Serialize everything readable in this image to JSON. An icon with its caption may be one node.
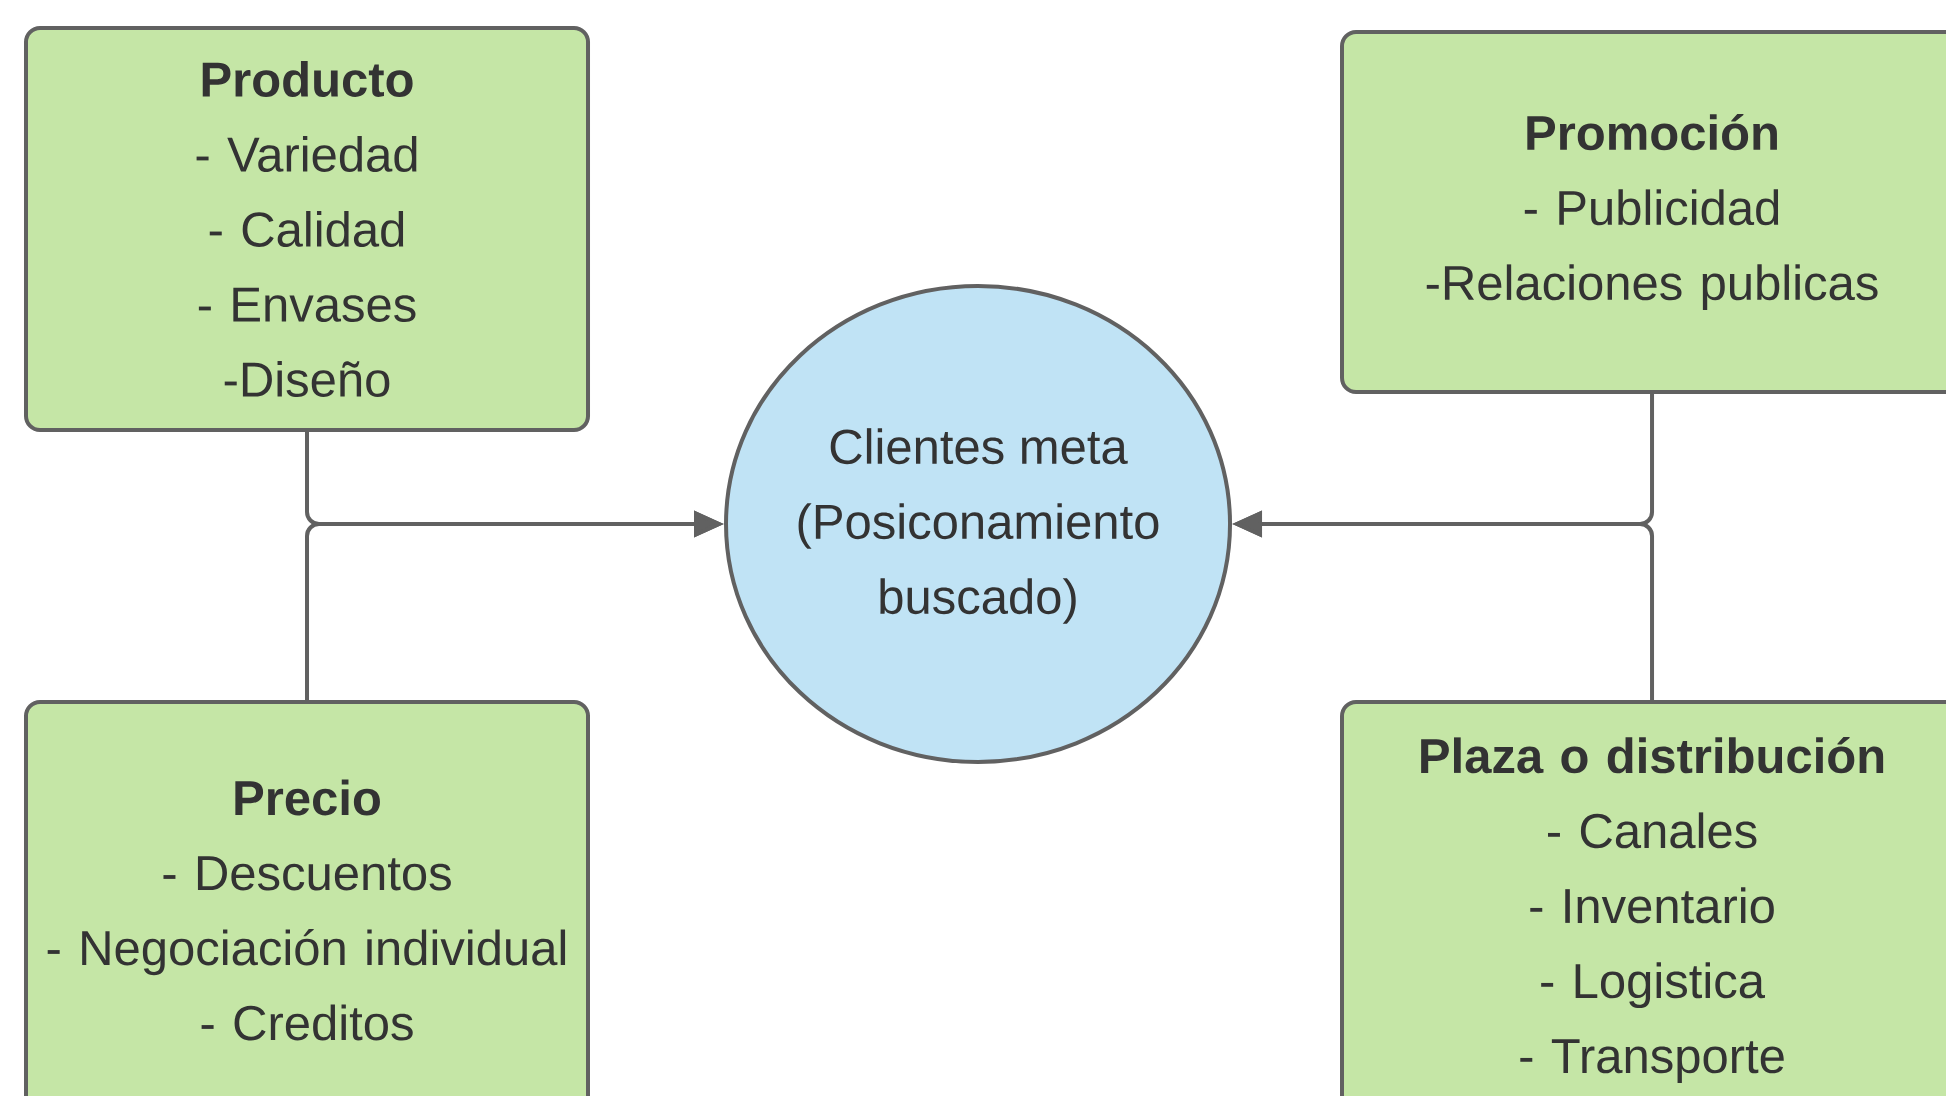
{
  "diagram": {
    "nodes": [
      {
        "text": [
          "Producto",
          "- Variedad",
          "- Calidad",
          "- Envases",
          "-Diseño"
        ]
      },
      {
        "text": [
          "Promoción",
          "- Publicidad",
          "-Relaciones publicas"
        ]
      },
      {
        "text": [
          "Clientes meta (Posiconamiento buscado)"
        ]
      },
      {
        "text": [
          "Precio",
          "- Descuentos",
          "- Negociación individual",
          "- Creditos"
        ]
      },
      {
        "text": [
          "Plaza o distribución",
          "- Canales",
          "- Inventario",
          "- Logistica",
          "- Transporte"
        ]
      }
    ],
    "edges": [
      {
        "from": 0,
        "to": 2,
        "arrow": "to"
      },
      {
        "from": 1,
        "to": 2,
        "arrow": "to"
      },
      {
        "from": 3,
        "to": 2,
        "arrow": "to"
      },
      {
        "from": 4,
        "to": 2,
        "arrow": "to"
      }
    ]
  }
}
